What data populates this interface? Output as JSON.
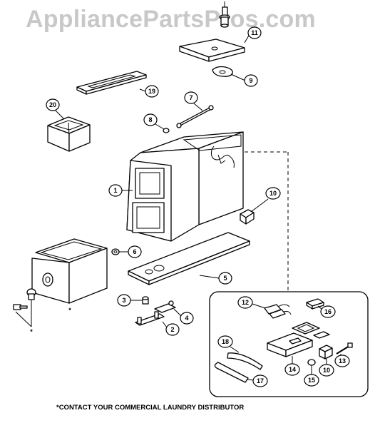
{
  "watermark": "AppliancePartsPros.com",
  "footer_note": "*CONTACT YOUR COMMERCIAL LAUNDRY DISTRIBUTOR",
  "asterisk": "*",
  "callouts": {
    "c1": "1",
    "c2": "2",
    "c3": "3",
    "c4": "4",
    "c5": "5",
    "c6": "6",
    "c7": "7",
    "c8": "8",
    "c9": "9",
    "c10a": "10",
    "c10b": "10",
    "c11": "11",
    "c12": "12",
    "c13": "13",
    "c14": "14",
    "c15": "15",
    "c16": "16",
    "c17": "17",
    "c18": "18",
    "c19": "19",
    "c20": "20"
  }
}
